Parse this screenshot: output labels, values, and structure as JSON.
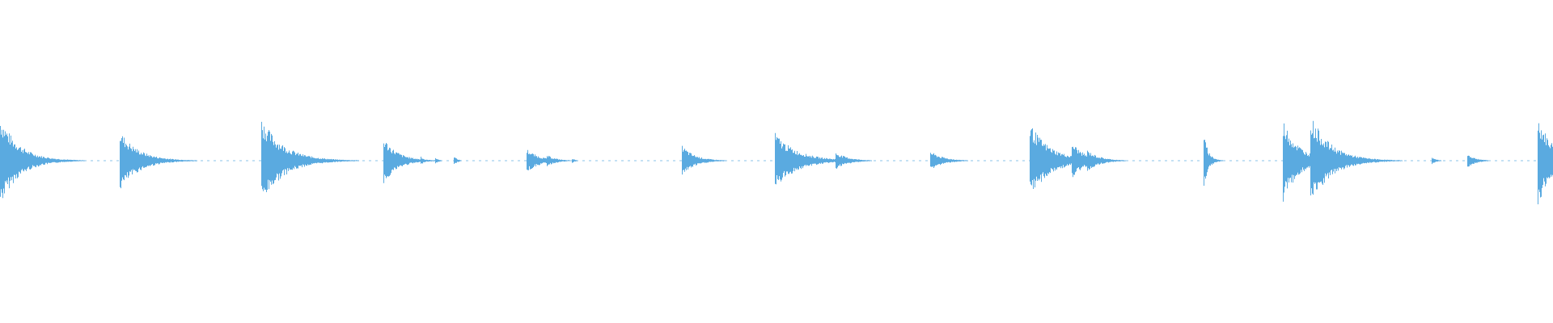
{
  "waveform": {
    "color": "#5aaae0",
    "background": "#ffffff",
    "onsets": [
      {
        "t": 0.0,
        "amp": 0.93,
        "decay": 0.012
      },
      {
        "t": 0.077,
        "amp": 0.62,
        "decay": 0.012
      },
      {
        "t": 0.168,
        "amp": 0.9,
        "decay": 0.014
      },
      {
        "t": 0.247,
        "amp": 0.48,
        "decay": 0.009
      },
      {
        "t": 0.271,
        "amp": 0.1,
        "decay": 0.002
      },
      {
        "t": 0.28,
        "amp": 0.07,
        "decay": 0.002
      },
      {
        "t": 0.292,
        "amp": 0.1,
        "decay": 0.002
      },
      {
        "t": 0.339,
        "amp": 0.25,
        "decay": 0.008
      },
      {
        "t": 0.352,
        "amp": 0.12,
        "decay": 0.006
      },
      {
        "t": 0.368,
        "amp": 0.05,
        "decay": 0.002
      },
      {
        "t": 0.439,
        "amp": 0.32,
        "decay": 0.008
      },
      {
        "t": 0.499,
        "amp": 0.58,
        "decay": 0.014
      },
      {
        "t": 0.523,
        "amp": 0.08,
        "decay": 0.005
      },
      {
        "t": 0.538,
        "amp": 0.18,
        "decay": 0.008
      },
      {
        "t": 0.599,
        "amp": 0.2,
        "decay": 0.008
      },
      {
        "t": 0.663,
        "amp": 0.78,
        "decay": 0.013
      },
      {
        "t": 0.69,
        "amp": 0.4,
        "decay": 0.008
      },
      {
        "t": 0.7,
        "amp": 0.22,
        "decay": 0.008
      },
      {
        "t": 0.775,
        "amp": 0.55,
        "decay": 0.003
      },
      {
        "t": 0.826,
        "amp": 0.86,
        "decay": 0.01
      },
      {
        "t": 0.844,
        "amp": 0.95,
        "decay": 0.013
      },
      {
        "t": 0.922,
        "amp": 0.07,
        "decay": 0.003
      },
      {
        "t": 0.945,
        "amp": 0.15,
        "decay": 0.005
      },
      {
        "t": 0.99,
        "amp": 0.92,
        "decay": 0.01
      }
    ]
  }
}
